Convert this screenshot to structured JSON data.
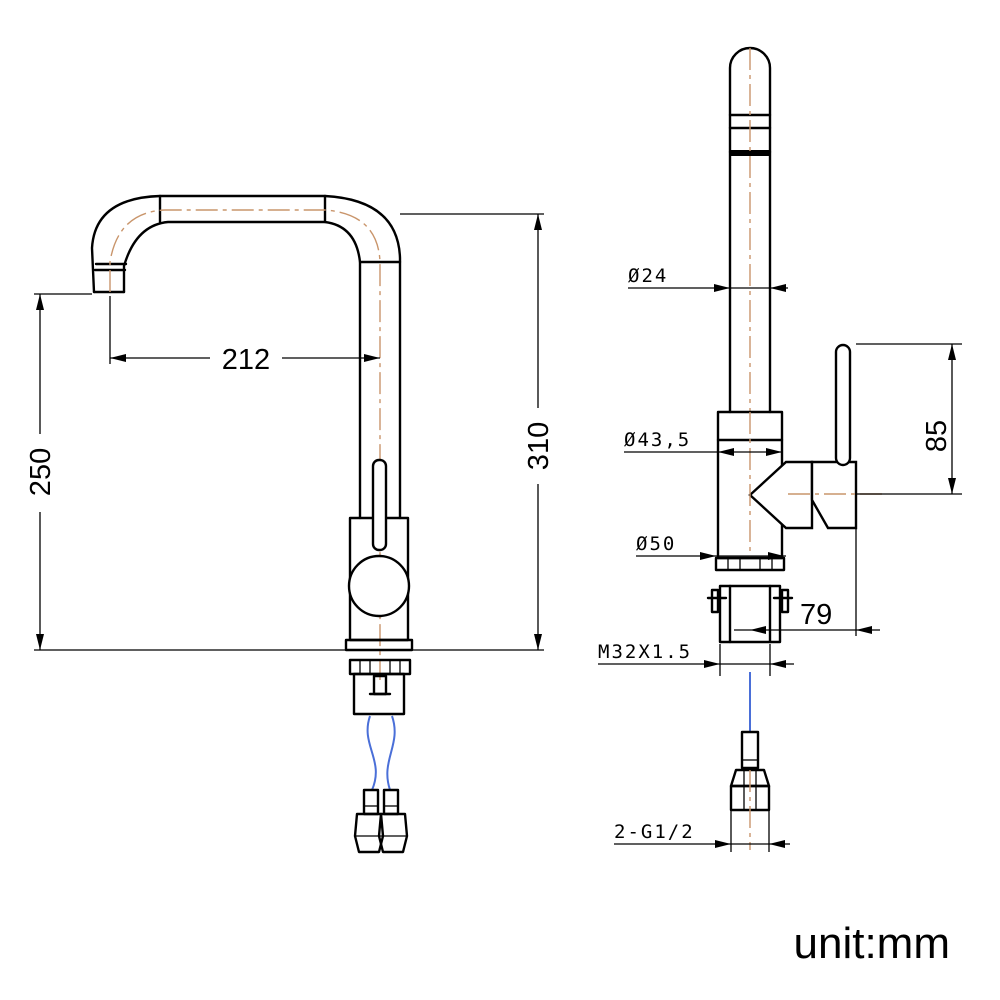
{
  "front_view": {
    "dim_reach": "212",
    "dim_spout_height": "250",
    "dim_total_height": "310"
  },
  "side_view": {
    "dim_spout_diameter": "Ø24",
    "dim_body_diameter": "Ø43,5",
    "dim_base_diameter": "Ø50",
    "dim_handle_height": "85",
    "dim_handle_offset": "79",
    "dim_mount_thread": "M32X1.5",
    "dim_inlet_thread": "2-G1/2"
  },
  "unit_label": "unit:mm",
  "colors": {
    "line": "#000000",
    "centerline": "#c9956b",
    "hose": "#4a6fd8"
  }
}
